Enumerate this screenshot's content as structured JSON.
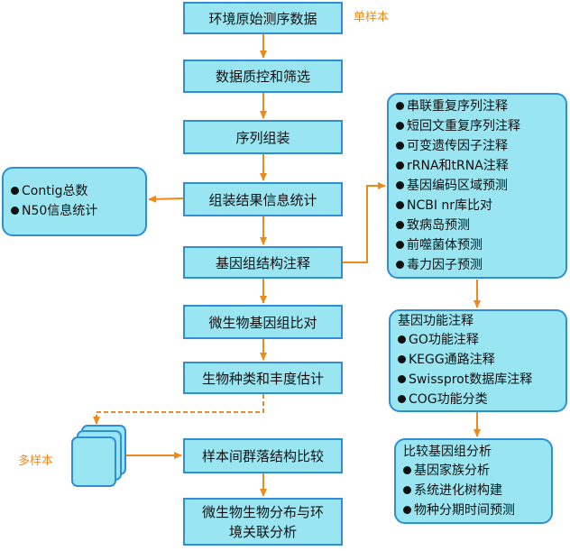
{
  "tags": {
    "single_sample": "单样本",
    "multi_sample": "多样本"
  },
  "steps": [
    "环境原始测序数据",
    "数据质控和筛选",
    "序列组装",
    "组装结果信息统计",
    "基因组结构注释",
    "微生物基因组比对",
    "生物种类和丰度估计",
    "样本间群落结构比较",
    "微生物生物分布与环境关联分析"
  ],
  "assembly_stats": {
    "items": [
      "Contig总数",
      "N50信息统计"
    ]
  },
  "structure_annotation": {
    "items": [
      "串联重复序列注释",
      "短回文重复序列注释",
      "可变遗传因子注释",
      "rRNA和tRNA注释",
      "基因编码区域预测",
      "NCBI nr库比对",
      "致病岛预测",
      "前噬菌体预测",
      "毒力因子预测"
    ]
  },
  "function_annotation": {
    "title": "基因功能注释",
    "items": [
      "GO功能注释",
      "KEGG通路注释",
      "Swissprot数据库注释",
      "COG功能分类"
    ]
  },
  "comparative_genomics": {
    "title": "比较基因组分析",
    "items": [
      "基因家族分析",
      "系统进化树构建",
      "物种分期时间预测"
    ]
  },
  "colors": {
    "box_fill": "#99e6f2",
    "box_border": "#2e8fd6",
    "arrow": "#ee8a1c"
  }
}
